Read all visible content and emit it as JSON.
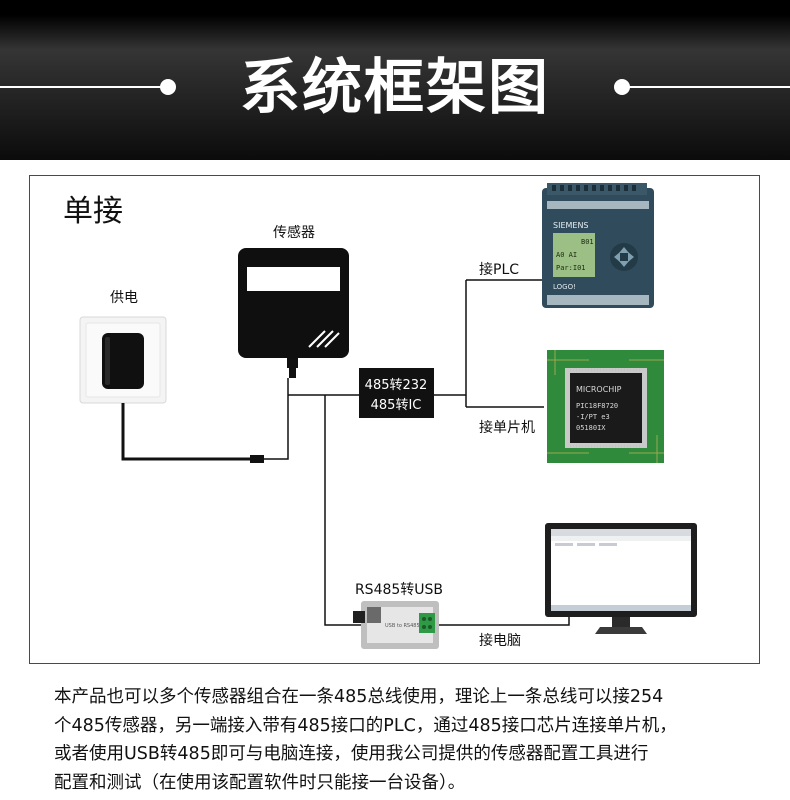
{
  "header": {
    "title": "系统框架图"
  },
  "diagram": {
    "mode_label": "单接",
    "sensor_label": "传感器",
    "power_label": "供电",
    "converter_line1": "485转232",
    "converter_line2": "485转IC",
    "plc_label": "接PLC",
    "mcu_label": "接单片机",
    "usb_label": "RS485转USB",
    "pc_label": "接电脑",
    "plc_brand": "SIEMENS",
    "plc_screen_line1": "B01",
    "plc_screen_line2": "A0 AI",
    "plc_screen_line3": "Par:I01",
    "plc_model": "LOGO!",
    "chip_brand": "MICROCHIP",
    "chip_line1": "PIC18F8720",
    "chip_line2": "-I/PT e3",
    "chip_line3": "05180IX",
    "usb_device_text": "USB to RS485"
  },
  "description": {
    "line1": "本产品也可以多个传感器组合在一条485总线使用，理论上一条总线可以接254",
    "line2": "个485传感器，另一端接入带有485接口的PLC，通过485接口芯片连接单片机，",
    "line3": "或者使用USB转485即可与电脑连接，使用我公司提供的传感器配置工具进行",
    "line4": "配置和测试（在使用该配置软件时只能接一台设备）。"
  }
}
